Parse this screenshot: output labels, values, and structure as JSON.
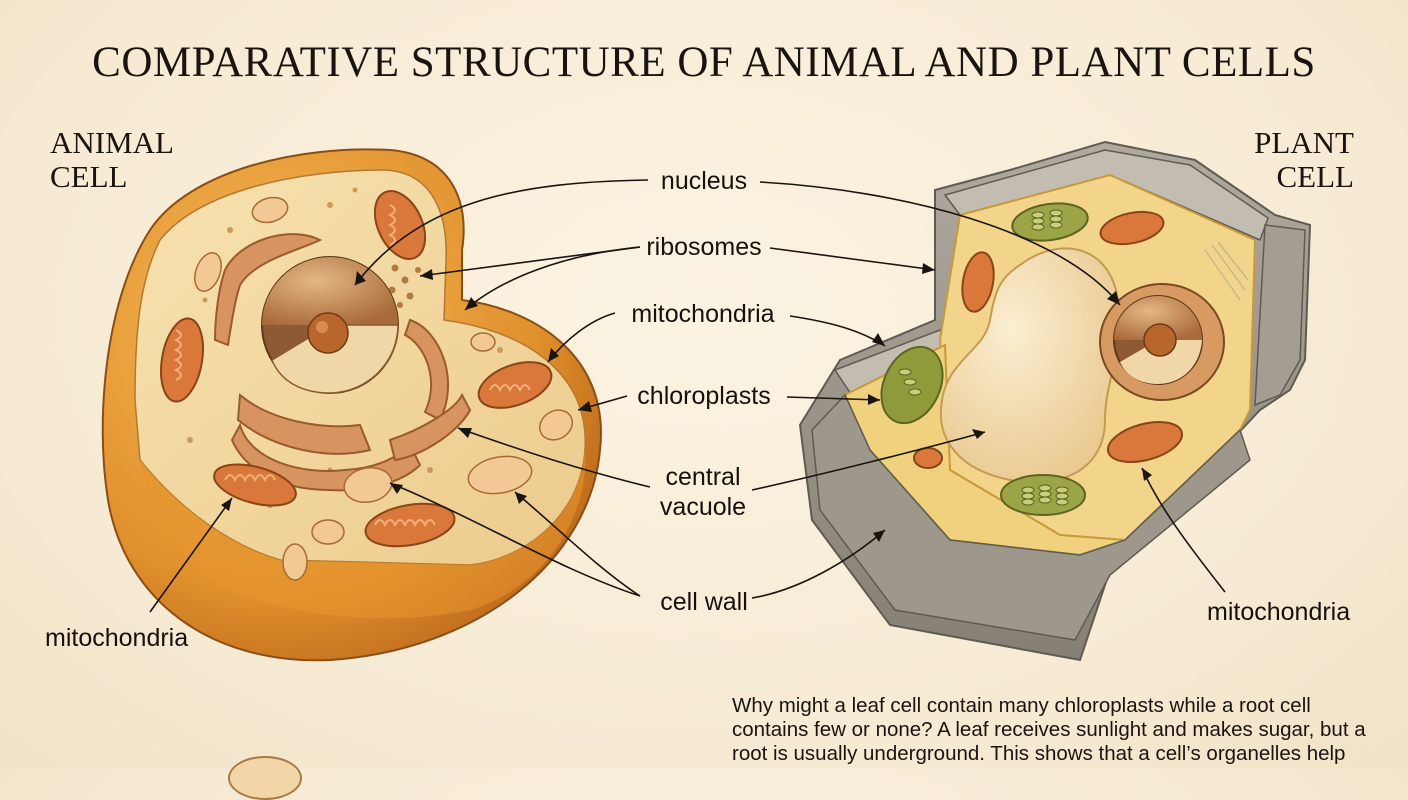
{
  "title": "COMPARATIVE STRUCTURE OF ANIMAL AND PLANT CELLS",
  "animal_heading": [
    "ANIMAL",
    "CELL"
  ],
  "plant_heading": [
    "PLANT",
    "CELL"
  ],
  "labels": {
    "nucleus": "nucleus",
    "ribosomes": "ribosomes",
    "mitochondria": "mitochondria",
    "chloroplasts": "chloroplasts",
    "central_vacuole": [
      "central",
      "vacuole"
    ],
    "cell_wall": "cell wall",
    "animal_mitochondria": "mitochondria",
    "plant_mitochondria": "mitochondria"
  },
  "note_lines": [
    "Why might a leaf cell contain many chloroplasts while a root cell",
    "contains few or none? A leaf receives sunlight and makes sugar, but a",
    "root is usually underground. This shows that a cell’s organelles help"
  ],
  "colors": {
    "background": "#f6ead3",
    "animal_membrane": "#e59a32",
    "animal_cytoplasm": "#f3d9a0",
    "plant_wall": "#9a9489",
    "plant_cytoplasm": "#f2d891",
    "chloroplast": "#8f9b3a",
    "mitochondria": "#d6793a",
    "nucleus": "#c88a4e",
    "vacuole": "#f5e1b6"
  }
}
